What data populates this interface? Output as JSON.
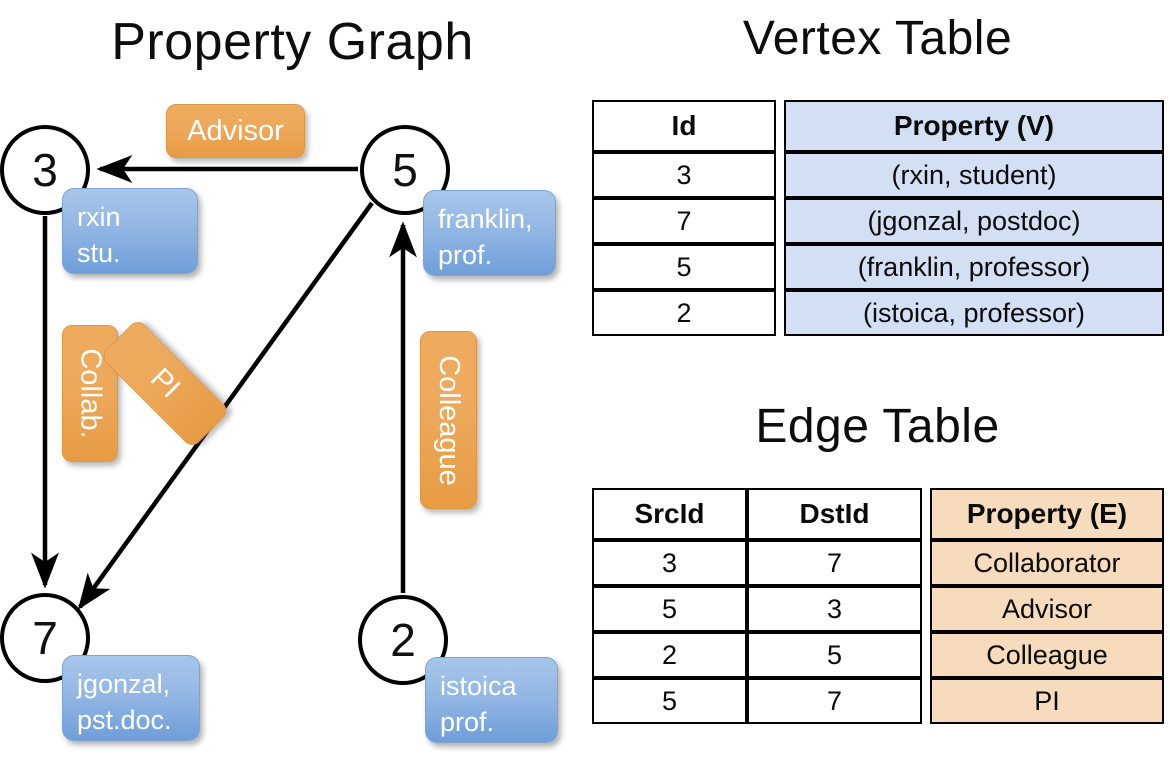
{
  "titles": {
    "property_graph": "Property Graph",
    "vertex_table": "Vertex Table",
    "edge_table": "Edge Table"
  },
  "graph": {
    "nodes": [
      {
        "id": "3",
        "property_label": "rxin\nstu."
      },
      {
        "id": "5",
        "property_label": "franklin,\nprof."
      },
      {
        "id": "7",
        "property_label": "jgonzal,\npst.doc."
      },
      {
        "id": "2",
        "property_label": "istoica\nprof."
      }
    ],
    "node_ids": {
      "n3": "3",
      "n5": "5",
      "n7": "7",
      "n2": "2"
    },
    "property_boxes": {
      "rxin": {
        "line1": "rxin",
        "line2": "stu."
      },
      "franklin": {
        "line1": "franklin,",
        "line2": "prof."
      },
      "jgonzal": {
        "line1": "jgonzal,",
        "line2": "pst.doc."
      },
      "istoica": {
        "line1": "istoica",
        "line2": "prof."
      }
    },
    "edge_labels": {
      "advisor": "Advisor",
      "collab": "Collab.",
      "pi": "PI",
      "colleague": "Colleague"
    },
    "edges": [
      {
        "from": "5",
        "to": "3",
        "label": "Advisor"
      },
      {
        "from": "3",
        "to": "7",
        "label": "Collab."
      },
      {
        "from": "5",
        "to": "7",
        "label": "PI"
      },
      {
        "from": "2",
        "to": "5",
        "label": "Colleague"
      }
    ]
  },
  "vertex_table": {
    "headers": [
      "Id",
      "Property (V)"
    ],
    "rows": [
      {
        "id": "3",
        "property": "(rxin, student)"
      },
      {
        "id": "7",
        "property": "(jgonzal, postdoc)"
      },
      {
        "id": "5",
        "property": "(franklin, professor)"
      },
      {
        "id": "2",
        "property": "(istoica, professor)"
      }
    ]
  },
  "edge_table": {
    "headers": [
      "SrcId",
      "DstId",
      "Property (E)"
    ],
    "rows": [
      {
        "src": "3",
        "dst": "7",
        "property": "Collaborator"
      },
      {
        "src": "5",
        "dst": "3",
        "property": "Advisor"
      },
      {
        "src": "2",
        "dst": "5",
        "property": "Colleague"
      },
      {
        "src": "5",
        "dst": "7",
        "property": "PI"
      }
    ]
  },
  "colors": {
    "vertex_property_fill": "#d3dff2",
    "edge_property_fill": "#f7dbbd",
    "node_property_box": "#93b7e4",
    "edge_label_box": "#eda95c",
    "stroke": "#000000",
    "background": "#ffffff"
  }
}
